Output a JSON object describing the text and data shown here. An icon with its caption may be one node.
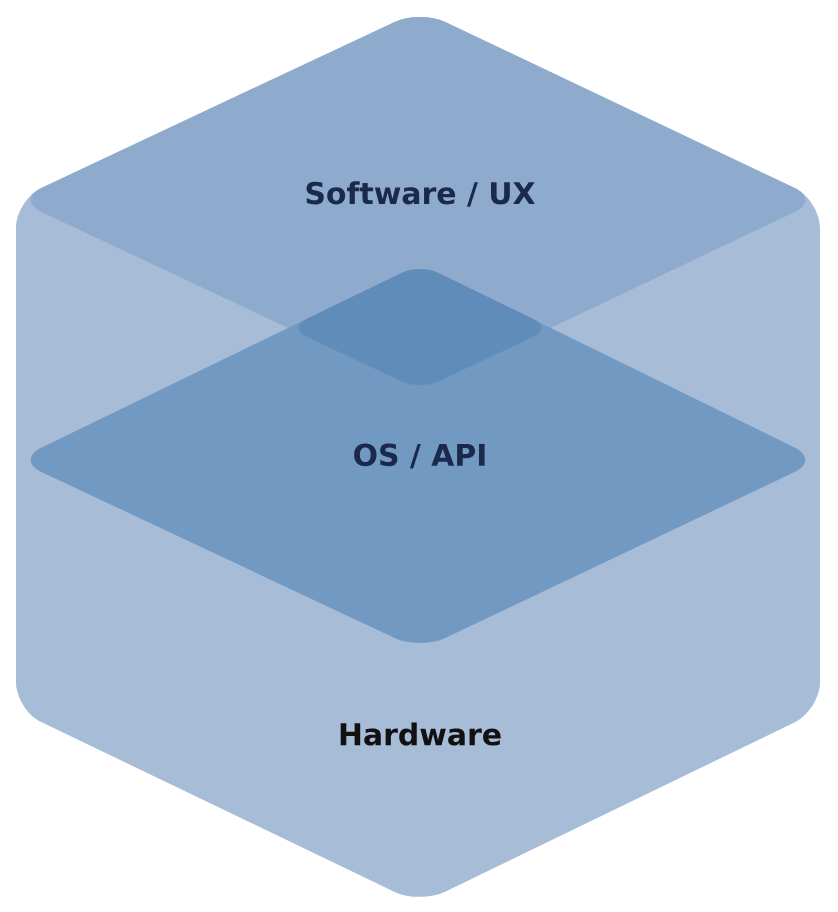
{
  "diagram": {
    "nodes": [
      {
        "text": [
          "Hardware"
        ]
      },
      {
        "text": [
          "Software / UX"
        ],
        "in": 0
      },
      {
        "text": [
          "OS / API"
        ],
        "in": 0
      }
    ]
  }
}
